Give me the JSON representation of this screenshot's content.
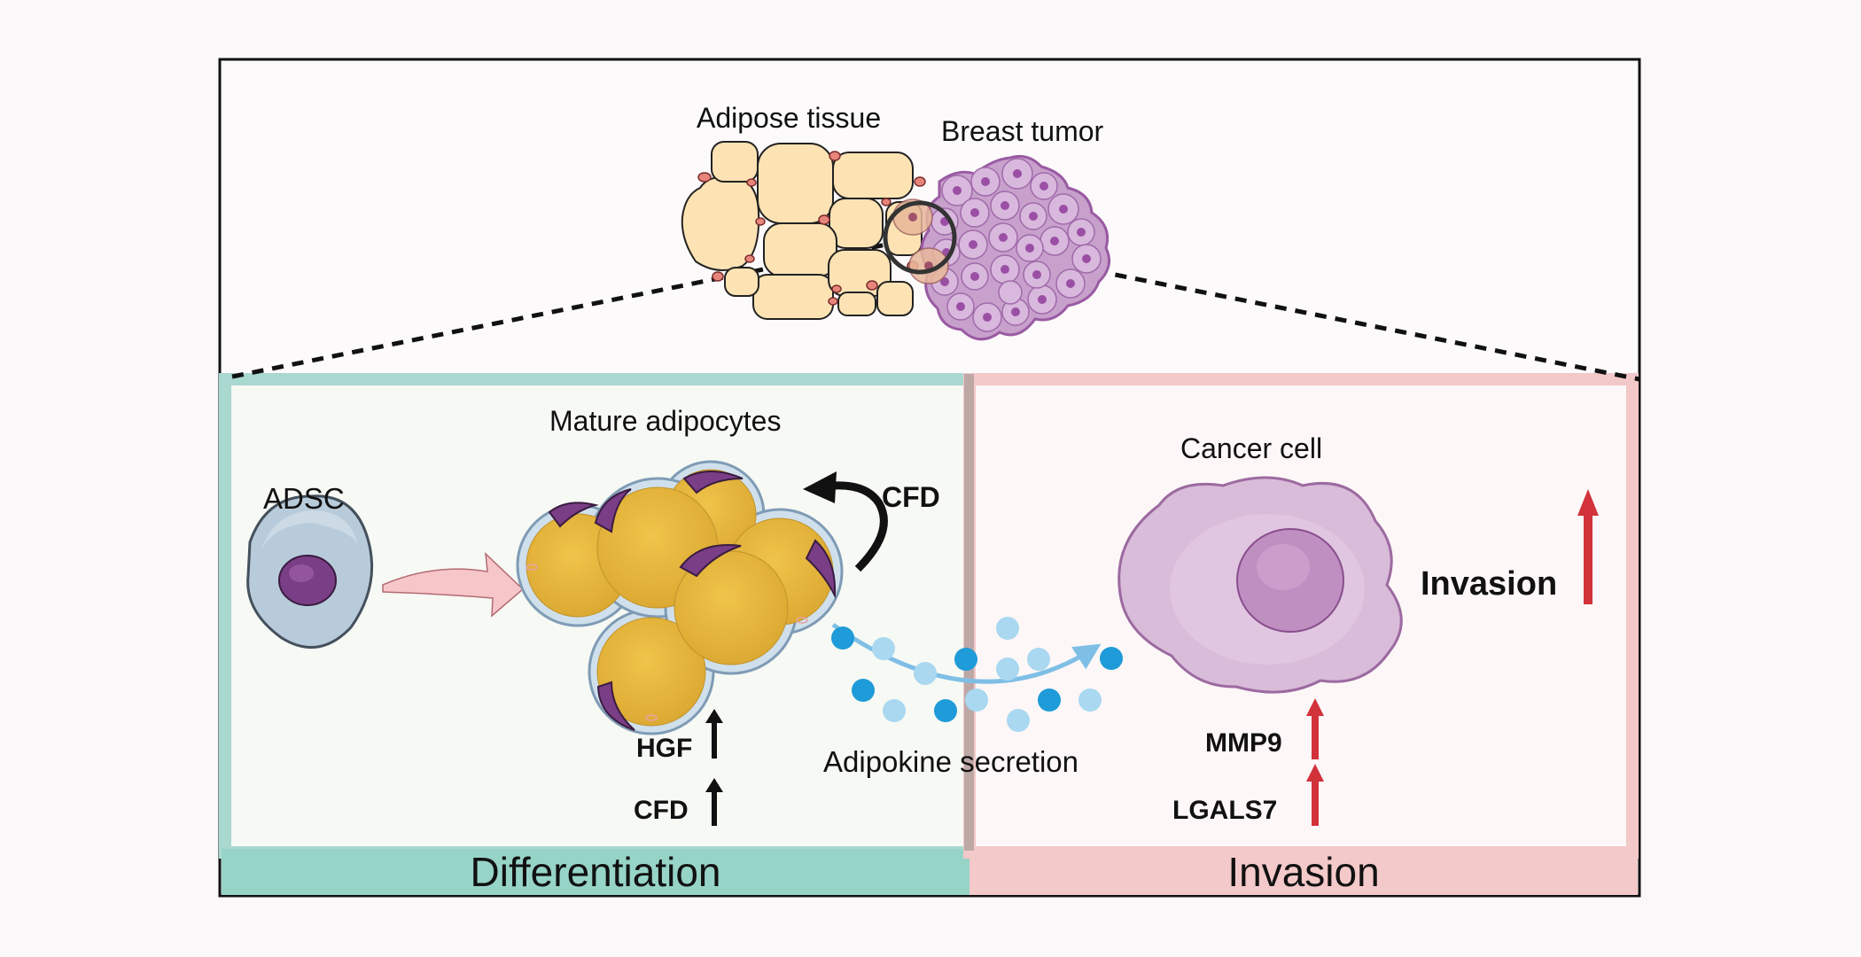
{
  "top": {
    "adipose_label": "Adipose tissue",
    "tumor_label": "Breast tumor"
  },
  "left_panel": {
    "adsc_label": "ADSC",
    "mature_label": "Mature adipocytes",
    "cfd_loop_label": "CFD",
    "hgf_label": "HGF",
    "cfd_label": "CFD",
    "band_label": "Differentiation"
  },
  "middle": {
    "secretion_label": "Adipokine secretion"
  },
  "right_panel": {
    "cancer_label": "Cancer cell",
    "invasion_label": "Invasion",
    "mmp9_label": "MMP9",
    "lgals7_label": "LGALS7",
    "band_label": "Invasion"
  },
  "colors": {
    "left_border": "#a8d8cf",
    "left_band": "#97d4c8",
    "right_border": "#f2c8c9",
    "right_band": "#f4c9ca",
    "up_arrow_red": "#d2323a",
    "dot_dark": "#1e9bd8",
    "dot_light": "#a9d8f0",
    "fat_yellow": "#e9bb3f",
    "nucleus_purple": "#7a3e86"
  }
}
